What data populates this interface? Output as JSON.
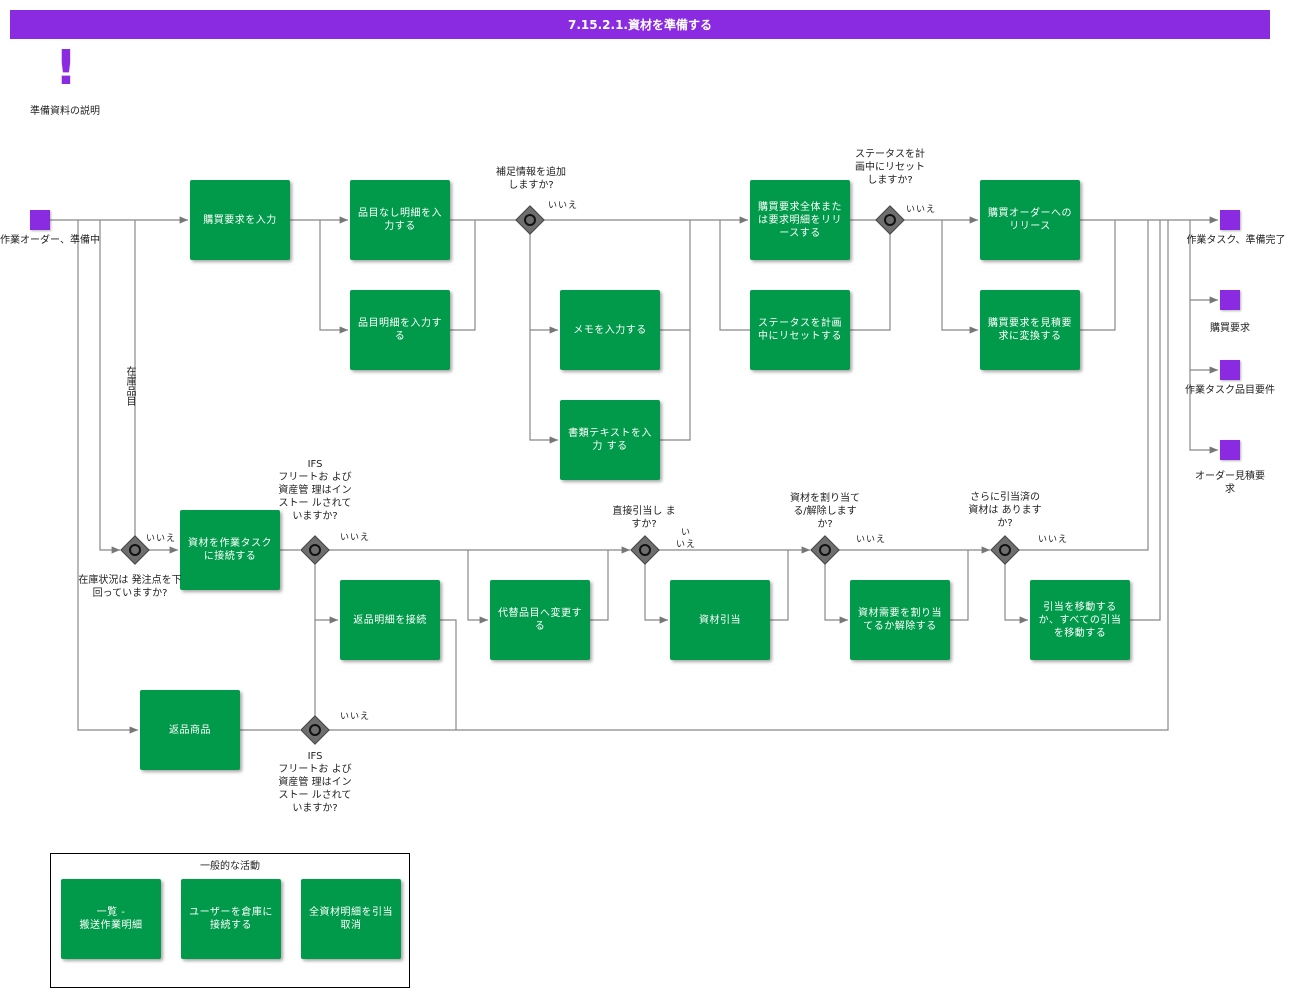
{
  "header": {
    "title": "7.15.2.1.資材を準備する"
  },
  "note": {
    "label": "準備資料の説明",
    "icon": "exclamation-icon"
  },
  "events": {
    "start": "作業オーダー、準備中",
    "end_task_ready": "作業タスク、準備完了",
    "end_purchase_req": "購買要求",
    "end_task_part_req": "作業タスク品目要件",
    "end_order_quote": "オーダー見積要求"
  },
  "activities": {
    "enter_purchase_req": "購買要求を入力",
    "enter_non_part_line": "品目なし明細を入力する",
    "enter_part_line": "品目明細を入力する",
    "enter_memo": "メモを入力する",
    "enter_doc_text": "書類テキストを入力 する",
    "release_lines": "購買要求全体または要求明細をリリースする",
    "reset_status": "ステータスを計画中にリセットする",
    "release_po": "購買オーダーへのリリース",
    "convert_quote": "購買要求を見積要求に変換する",
    "connect_material": "資材を作業タスクに接続する",
    "connect_return_line": "返品明細を接続",
    "change_substitute": "代替品目へ変更する",
    "material_issue": "資材引当",
    "reserve_unreserve": "資材需要を割り当てるか解除する",
    "move_reservation": "引当を移動するか、すべての引当を移動する",
    "return_goods": "返品商品"
  },
  "gateways": {
    "add_info": "補足情報を追加しますか?",
    "reset_status_q": "ステータスを計画中にリセットしますか?",
    "stock_below": "在庫状況は 発注点を下回っていますか?",
    "ifs_installed_1": "IFS\nフリートお よび資産管 理はインストー ルされて いますか?",
    "direct_issue": "直接引当し ますか?",
    "reserve_q": "資材を割り当てる/解除しますか?",
    "more_reserved": "さらに引当済の資材は ありますか?",
    "ifs_installed_2": "IFS\nフリートお よび資産管 理はインストー ルされて いますか?"
  },
  "flow_labels": {
    "no": "いいえ",
    "no_split": "い\nいえ",
    "stock_part": "在庫品目"
  },
  "legend": {
    "title": "一般的な活動",
    "items": [
      "一覧 -\n搬送作業明細",
      "ユーザーを倉庫に接続する",
      "全資材明細を引当取消"
    ]
  },
  "colors": {
    "header": "#8a2be2",
    "activity": "#009a4a",
    "event": "#8a2be2",
    "gateway": "#6e6e6e"
  }
}
